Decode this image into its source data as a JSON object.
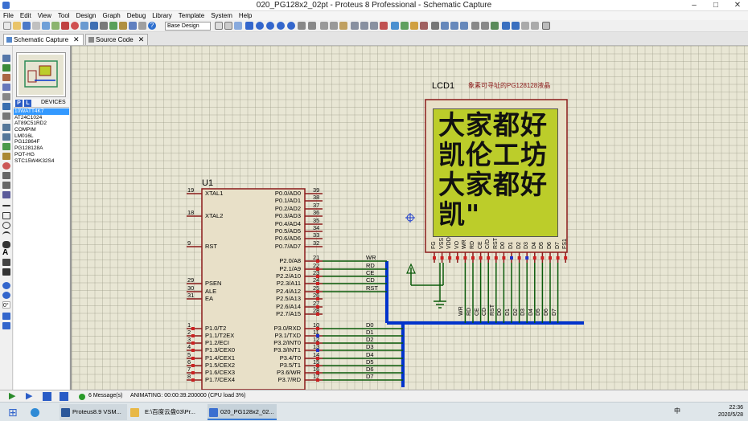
{
  "window": {
    "title": "020_PG128x2_02pt - Proteus 8 Professional - Schematic Capture",
    "min": "–",
    "max": "□",
    "close": "✕"
  },
  "menu": [
    "File",
    "Edit",
    "View",
    "Tool",
    "Design",
    "Graph",
    "Debug",
    "Library",
    "Template",
    "System",
    "Help"
  ],
  "toolbar": {
    "design_select": "Base Design"
  },
  "tabs": [
    {
      "label": "Schematic Capture",
      "close": "✕"
    },
    {
      "label": "Source Code",
      "close": "✕"
    }
  ],
  "devices": {
    "header": "DEVICES",
    "pick_p": "P",
    "pick_l": "L",
    "items": [
      "10WATT4K7",
      "AT24C1024",
      "AT89C51RD2",
      "COMPIM",
      "LM016L",
      "PG12864F",
      "PG128128A",
      "POT-HG",
      "STC15W4K32S4"
    ]
  },
  "left_rotation": "0°",
  "u1": {
    "ref": "U1",
    "left_pins": [
      {
        "n": "19",
        "l": "XTAL1"
      },
      {
        "n": "18",
        "l": "XTAL2"
      },
      {
        "n": "9",
        "l": "RST"
      },
      {
        "n": "29",
        "l": "PSEN"
      },
      {
        "n": "30",
        "l": "ALE"
      },
      {
        "n": "31",
        "l": "EA"
      },
      {
        "n": "1",
        "l": "P1.0/T2"
      },
      {
        "n": "2",
        "l": "P1.1/T2EX"
      },
      {
        "n": "3",
        "l": "P1.2/ECI"
      },
      {
        "n": "4",
        "l": "P1.3/CEX0"
      },
      {
        "n": "5",
        "l": "P1.4/CEX1"
      },
      {
        "n": "6",
        "l": "P1.5/CEX2"
      },
      {
        "n": "7",
        "l": "P1.6/CEX3"
      },
      {
        "n": "8",
        "l": "P1.7/CEX4"
      }
    ],
    "right_pins": [
      {
        "n": "39",
        "l": "P0.0/AD0"
      },
      {
        "n": "38",
        "l": "P0.1/AD1"
      },
      {
        "n": "37",
        "l": "P0.2/AD2"
      },
      {
        "n": "36",
        "l": "P0.3/AD3"
      },
      {
        "n": "35",
        "l": "P0.4/AD4"
      },
      {
        "n": "34",
        "l": "P0.5/AD5"
      },
      {
        "n": "33",
        "l": "P0.6/AD6"
      },
      {
        "n": "32",
        "l": "P0.7/AD7"
      },
      {
        "n": "21",
        "l": "P2.0/A8"
      },
      {
        "n": "22",
        "l": "P2.1/A9"
      },
      {
        "n": "23",
        "l": "P2.2/A10"
      },
      {
        "n": "24",
        "l": "P2.3/A11"
      },
      {
        "n": "25",
        "l": "P2.4/A12"
      },
      {
        "n": "26",
        "l": "P2.5/A13"
      },
      {
        "n": "27",
        "l": "P2.6/A14"
      },
      {
        "n": "28",
        "l": "P2.7/A15"
      },
      {
        "n": "10",
        "l": "P3.0/RXD"
      },
      {
        "n": "11",
        "l": "P3.1/TXD"
      },
      {
        "n": "12",
        "l": "P3.2/INT0"
      },
      {
        "n": "13",
        "l": "P3.3/INT1"
      },
      {
        "n": "14",
        "l": "P3.4/T0"
      },
      {
        "n": "15",
        "l": "P3.5/T1"
      },
      {
        "n": "16",
        "l": "P3.6/WR"
      },
      {
        "n": "17",
        "l": "P3.7/RD"
      }
    ]
  },
  "nets_p2": [
    "WR",
    "RD",
    "CE",
    "CD",
    "RST"
  ],
  "nets_p3": [
    "D0",
    "D1",
    "D2",
    "D3",
    "D4",
    "D5",
    "D6",
    "D7"
  ],
  "lcd": {
    "ref": "LCD1",
    "desc": "象素可寻址的PG128128液晶",
    "rows": [
      "大家都好",
      "凯伦工坊",
      "大家都好",
      "凯\""
    ],
    "pins": [
      "FG",
      "VSS",
      "VDD",
      "VO",
      "WR",
      "RD",
      "CE",
      "C/D",
      "RST",
      "D0",
      "D1",
      "D2",
      "D3",
      "D4",
      "D5",
      "D6",
      "D7",
      "FS1"
    ],
    "bus_labels": [
      "WR",
      "RD",
      "CE",
      "CD",
      "RST",
      "D0",
      "D1",
      "D2",
      "D3",
      "D4",
      "D5",
      "D6",
      "D7"
    ]
  },
  "status": {
    "messages": "6 Message(s)",
    "animating": "ANIMATING: 00:00:39.200000 (CPU load 3%)"
  },
  "taskbar": {
    "items": [
      "Proteus8.9 VSM...",
      "E:\\百度云盘03\\Pr...",
      "020_PG128x2_02..."
    ],
    "time": "22:36",
    "date": "2020/5/28",
    "ime": "中"
  }
}
